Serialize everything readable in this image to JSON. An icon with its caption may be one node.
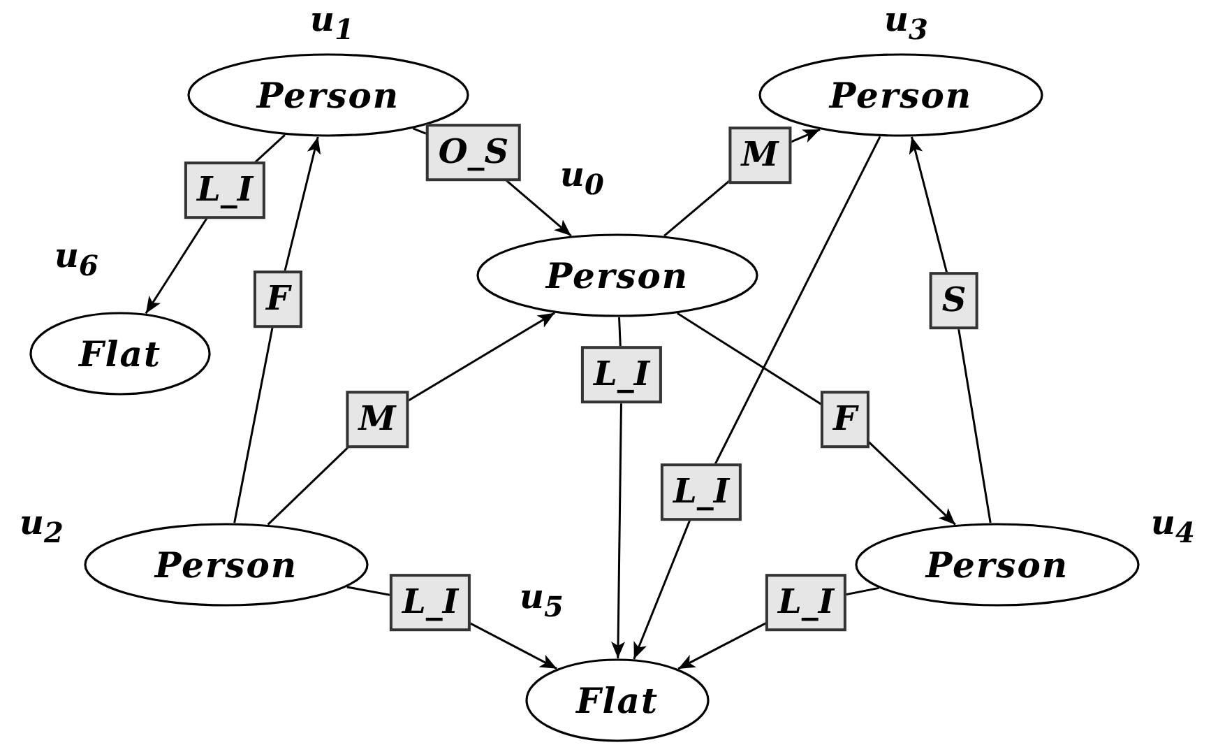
{
  "diagram": {
    "nodes": [
      {
        "text": [
          "Person"
        ],
        "beside": [
          "u$_{1}$"
        ]
      },
      {
        "text": [
          "Person"
        ],
        "beside": [
          "u$_{3}$"
        ]
      },
      {
        "text": [
          "Person"
        ],
        "beside": [
          "u$_{0}$"
        ]
      },
      {
        "text": [
          "Flat"
        ],
        "beside": [
          "u$_{6}$"
        ]
      },
      {
        "text": [
          "Person"
        ],
        "beside": [
          "u$_{2}$"
        ]
      },
      {
        "text": [
          "Person"
        ],
        "beside": [
          "u$_{4}$"
        ]
      },
      {
        "text": [
          "Flat"
        ],
        "beside": [
          "u$_{5}$"
        ]
      }
    ],
    "edges": [
      {
        "from": 0,
        "to": 2,
        "arrow": "to",
        "label": "O_S"
      },
      {
        "from": 0,
        "to": 3,
        "arrow": "to",
        "label": "L_I"
      },
      {
        "from": 4,
        "to": 0,
        "arrow": "to",
        "label": "F"
      },
      {
        "from": 4,
        "to": 2,
        "arrow": "to",
        "label": "M"
      },
      {
        "from": 2,
        "to": 1,
        "arrow": "to",
        "label": "M"
      },
      {
        "from": 2,
        "to": 6,
        "arrow": "to",
        "label": "L_I"
      },
      {
        "from": 1,
        "to": 6,
        "arrow": "to",
        "label": "L_I"
      },
      {
        "from": 2,
        "to": 5,
        "arrow": "to",
        "label": "F"
      },
      {
        "from": 5,
        "to": 1,
        "arrow": "to",
        "label": "S"
      },
      {
        "from": 4,
        "to": 6,
        "arrow": "to",
        "label": "L_I"
      },
      {
        "from": 5,
        "to": 6,
        "arrow": "to",
        "label": "L_I"
      }
    ]
  }
}
